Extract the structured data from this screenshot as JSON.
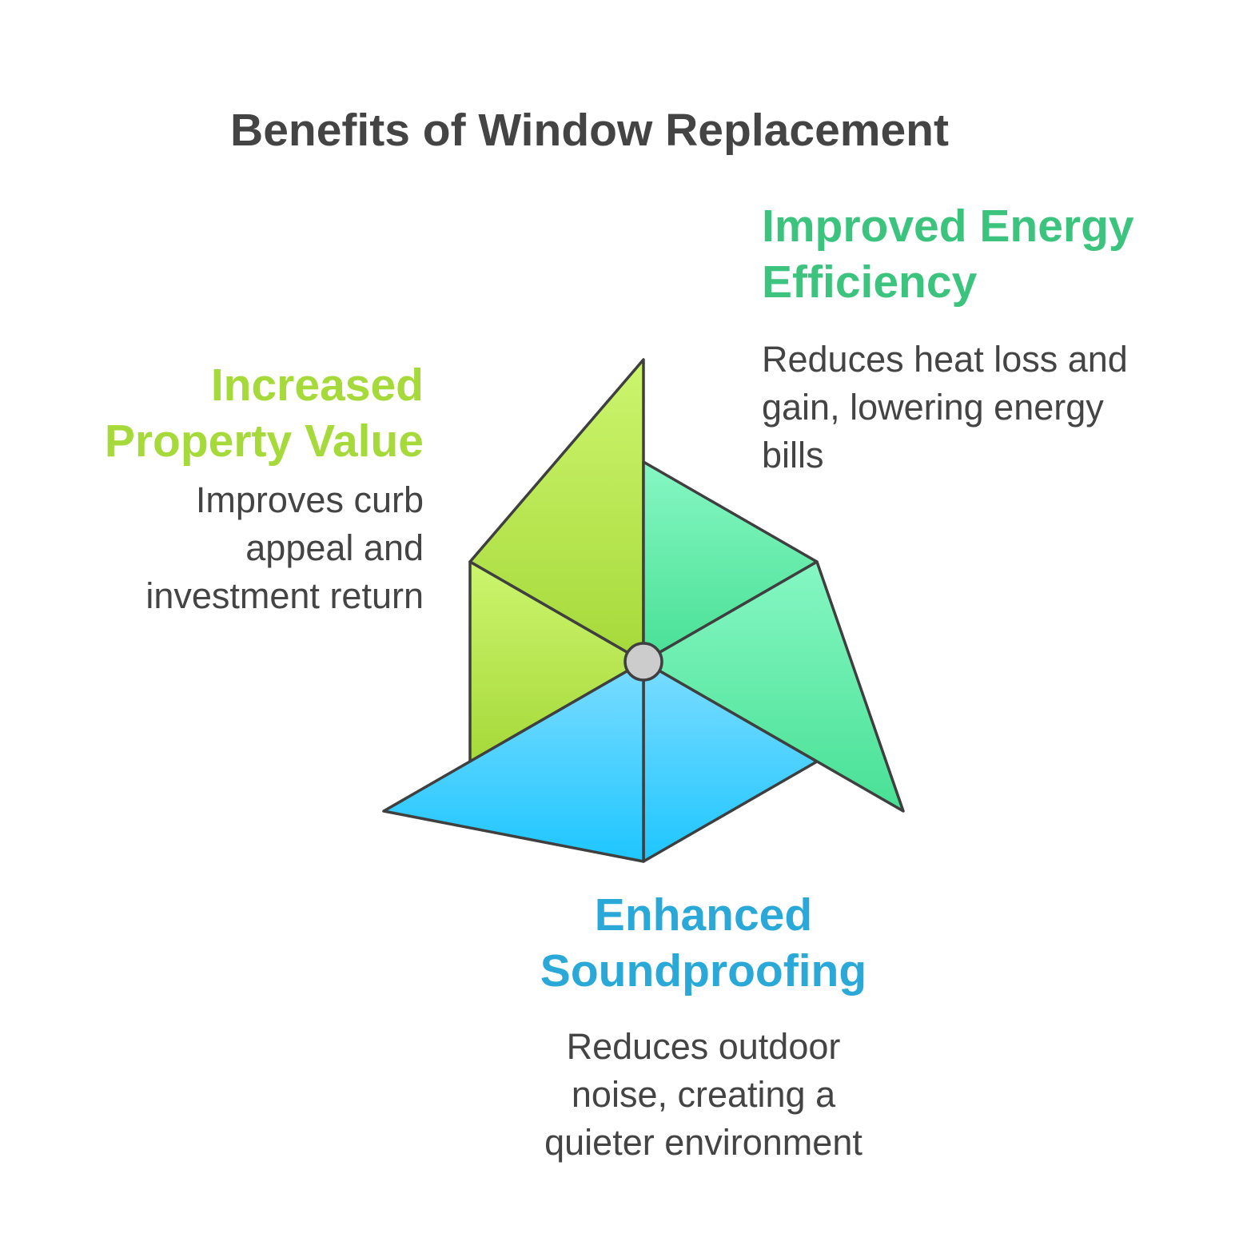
{
  "title": "Benefits of Window Replacement",
  "colors": {
    "text": "#444444",
    "energy": "#3cc47f",
    "property": "#a6d93a",
    "sound": "#2aa8d8",
    "outline": "#3f3f3f",
    "hub": "#cccccc"
  },
  "benefits": {
    "energy": {
      "heading_line1": "Improved Energy",
      "heading_line2": "Efficiency",
      "desc_line1": "Reduces heat loss and",
      "desc_line2": "gain, lowering energy",
      "desc_line3": "bills"
    },
    "property": {
      "heading_line1": "Increased",
      "heading_line2": "Property Value",
      "desc_line1": "Improves curb",
      "desc_line2": "appeal and",
      "desc_line3": "investment return"
    },
    "sound": {
      "heading_line1": "Enhanced",
      "heading_line2": "Soundproofing",
      "desc_line1": "Reduces outdoor",
      "desc_line2": "noise, creating a",
      "desc_line3": "quieter environment"
    }
  }
}
